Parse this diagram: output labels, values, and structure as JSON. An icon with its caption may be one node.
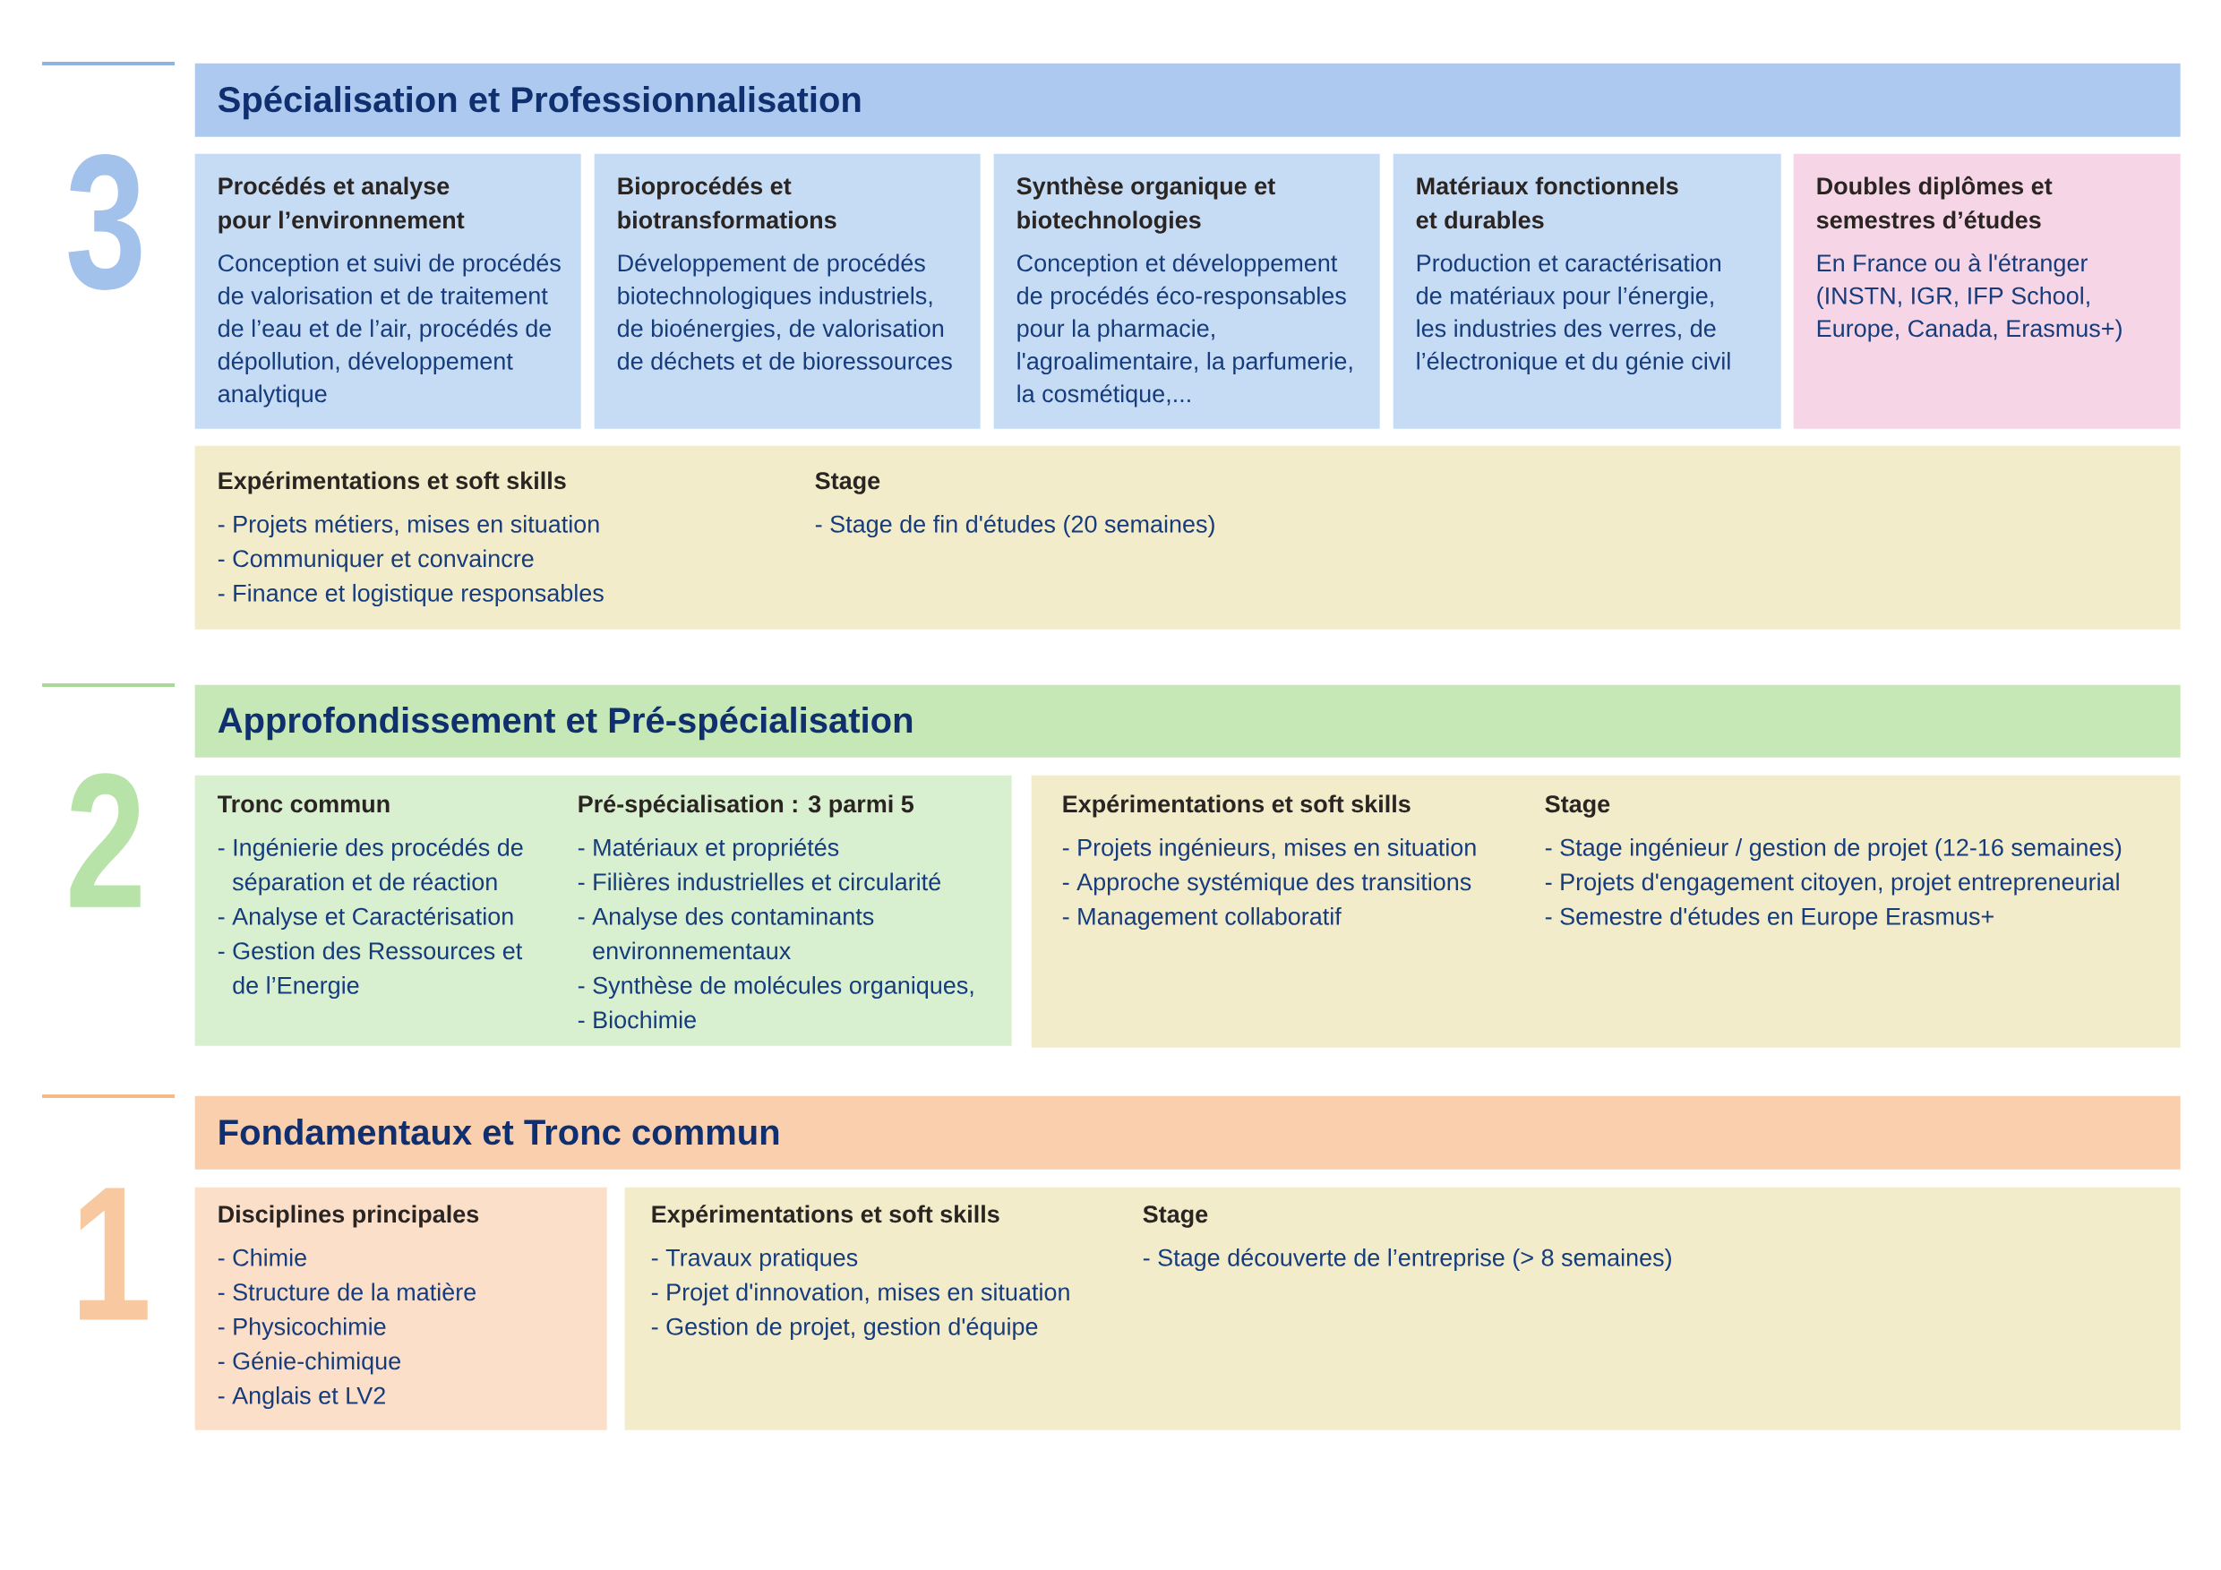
{
  "diagram": {
    "nodes": [
      {
        "text": [
          "Spécialisation et Professionnalisation"
        ]
      },
      {
        "text": [
          "Procédés et analyse pour l’environnement",
          "Conception et suivi de procédés de valorisation et de traitement de l’eau et de l’air, procédés de dépollution, développement analytique"
        ]
      },
      {
        "text": [
          "Bioprocédés et biotransformations",
          "Développement de procédés biotechnologiques industriels, de bioénergies, de valorisation de déchets et de bioressources"
        ]
      },
      {
        "text": [
          "Synthèse organique et biotechnologies",
          "Conception et développement de procédés éco-responsables pour la pharmacie, l'agroalimentaire, la parfumerie, la cosmétique,..."
        ]
      },
      {
        "text": [
          "Matériaux fonctionnels et durables",
          "Production et caractérisation de matériaux pour l’énergie, les industries des verres, de l’électronique et du génie civil"
        ]
      },
      {
        "text": [
          "Doubles diplômes et semestres d’études",
          "En France ou à l'étranger (INSTN, IGR, IFP School, Europe, Canada, Erasmus+)"
        ]
      },
      {
        "text": [
          "Expérimentations et soft skills",
          "- Projets métiers, mises en situation",
          "- Communiquer et convaincre",
          "- Finance et logistique responsables",
          "Stage",
          "- Stage de fin d'études (20 semaines)"
        ]
      },
      {
        "text": [
          "Approfondissement et Pré-spécialisation"
        ]
      },
      {
        "text": [
          "Tronc commun",
          "- Ingénierie des procédés de séparation et de réaction",
          "- Analyse et Caractérisation",
          "- Gestion des Ressources et de l’Energie",
          "Pré-spécialisation : 3 parmi 5",
          "- Matériaux et propriétés",
          "- Filières industrielles et circularité",
          "- Analyse des contaminants environnementaux",
          "- Synthèse de molécules organiques,",
          "- Biochimie"
        ]
      },
      {
        "text": [
          "Expérimentations et soft skills",
          "- Projets ingénieurs, mises en situation",
          "- Approche systémique des transitions",
          "- Management collaboratif",
          "Stage",
          "- Stage ingénieur / gestion de projet (12-16 semaines)",
          "- Projets d'engagement citoyen, projet entrepreneurial",
          "- Semestre d'études en Europe Erasmus+"
        ]
      },
      {
        "text": [
          "Fondamentaux et Tronc commun"
        ]
      },
      {
        "text": [
          "Disciplines principales",
          "- Chimie",
          "- Structure de la matière",
          "- Physicochimie",
          "- Génie-chimique",
          "- Anglais et LV2"
        ]
      },
      {
        "text": [
          "Expérimentations et soft skills",
          "- Travaux pratiques",
          "- Projet d'innovation, mises en situation",
          "- Gestion de projet, gestion d'équipe",
          "Stage",
          "- Stage découverte de l’entreprise (> 8 semaines)"
        ]
      }
    ],
    "labels": [
      "3",
      "2",
      "1"
    ]
  }
}
